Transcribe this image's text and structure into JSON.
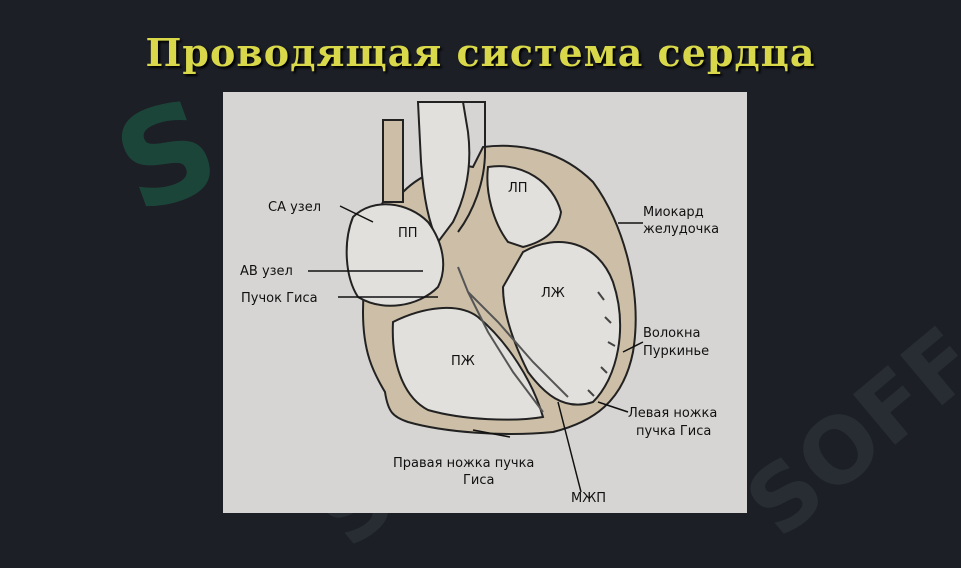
{
  "title": "Проводящая система сердца",
  "watermark": {
    "logo_glyph": "S",
    "text": "SOFF"
  },
  "diagram": {
    "chambers": {
      "left_atrium": "ЛП",
      "right_atrium": "ПП",
      "left_ventricle": "ЛЖ",
      "right_ventricle": "ПЖ"
    },
    "labels": {
      "sa_node": "СА узел",
      "av_node": "АВ узел",
      "his_bundle": "Пучок Гиса",
      "myocardium_line1": "Миокард",
      "myocardium_line2": "желудочка",
      "purkinje_line1": "Волокна",
      "purkinje_line2": "Пуркинье",
      "left_branch_line1": "Левая ножка",
      "left_branch_line2": "пучка Гиса",
      "right_branch_line1": "Правая ножка пучка",
      "right_branch_line2": "Гиса",
      "septum": "МЖП"
    }
  }
}
